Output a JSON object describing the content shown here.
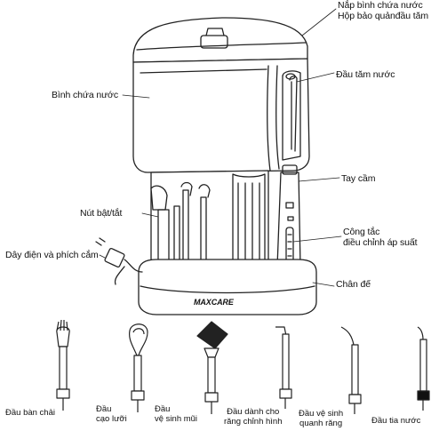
{
  "device": {
    "brand": "MAXCARE",
    "brand_sub": "",
    "labels": {
      "lid_line1": "Nắp bình chứa nước",
      "lid_line2": "Hộp bảo quảnđầu tăm",
      "tip": "Đầu tăm nước",
      "tank": "Bình chứa nước",
      "handle": "Tay cầm",
      "power_button": "Nút bật/tắt",
      "pressure_line1": "Công tắc",
      "pressure_line2": "điều chỉnh áp suất",
      "cord": "Dây điện và phích cắm",
      "base": "Chân đế"
    }
  },
  "tips": [
    {
      "line1": "Đầu bàn chải",
      "line2": ""
    },
    {
      "line1": "Đầu",
      "line2": "cạo lưỡi"
    },
    {
      "line1": "Đầu",
      "line2": "vệ sinh mũi"
    },
    {
      "line1": "Đầu dành cho",
      "line2": "răng chỉnh hình"
    },
    {
      "line1": "Đầu vệ sinh",
      "line2": "quanh răng"
    },
    {
      "line1": "Đầu tia nước",
      "line2": ""
    }
  ]
}
